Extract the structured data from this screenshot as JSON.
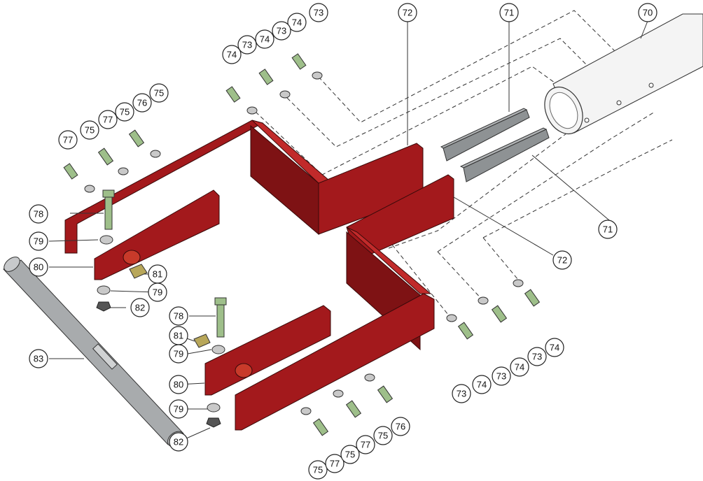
{
  "colors": {
    "bracket_red": "#a3191c",
    "bracket_red_dark": "#7e1214",
    "bracket_red_light": "#c12a2a",
    "tube_white": "#f4f4f4",
    "shaft_grey": "#a8abad",
    "plate_grey": "#8e9294",
    "bolt_green": "#9ebf8a",
    "washer_grey": "#c9c9c9",
    "nut_dark": "#555555",
    "block_yellow": "#b8a75a"
  },
  "callouts": [
    {
      "label": "70"
    },
    {
      "label": "71"
    },
    {
      "label": "71"
    },
    {
      "label": "72"
    },
    {
      "label": "72"
    },
    {
      "label": "73"
    },
    {
      "label": "74"
    },
    {
      "label": "73"
    },
    {
      "label": "74"
    },
    {
      "label": "73"
    },
    {
      "label": "74"
    },
    {
      "label": "75"
    },
    {
      "label": "75"
    },
    {
      "label": "75"
    },
    {
      "label": "76"
    },
    {
      "label": "77"
    },
    {
      "label": "77"
    },
    {
      "label": "78"
    },
    {
      "label": "79"
    },
    {
      "label": "80"
    },
    {
      "label": "81"
    },
    {
      "label": "79"
    },
    {
      "label": "82"
    },
    {
      "label": "78"
    },
    {
      "label": "81"
    },
    {
      "label": "79"
    },
    {
      "label": "80"
    },
    {
      "label": "83"
    },
    {
      "label": "79"
    },
    {
      "label": "82"
    },
    {
      "label": "73"
    },
    {
      "label": "74"
    },
    {
      "label": "73"
    },
    {
      "label": "74"
    },
    {
      "label": "73"
    },
    {
      "label": "74"
    },
    {
      "label": "75"
    },
    {
      "label": "77"
    },
    {
      "label": "75"
    },
    {
      "label": "77"
    },
    {
      "label": "75"
    },
    {
      "label": "76"
    }
  ]
}
